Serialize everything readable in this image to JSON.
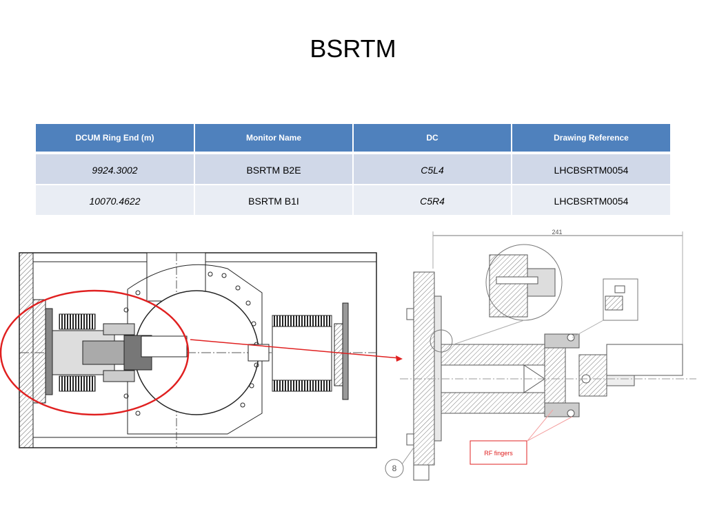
{
  "title": "BSRTM",
  "table": {
    "headers": [
      "DCUM Ring End  (m)",
      "Monitor Name",
      "DC",
      "Drawing Reference"
    ],
    "rows": [
      [
        "9924.3002",
        "BSRTM B2E",
        "C5L4",
        "LHCBSRTM0054"
      ],
      [
        "10070.4622",
        "BSRTM B1I",
        "C5R4",
        "LHCBSRTM0054"
      ]
    ]
  },
  "detail_drawing": {
    "dimension": "241",
    "callout_label": "RF fingers",
    "item_number": "8"
  },
  "colors": {
    "header_bg": "#4f81bd",
    "row1_bg": "#d0d8e8",
    "row2_bg": "#e9edf4",
    "annotation_red": "#e02020"
  }
}
